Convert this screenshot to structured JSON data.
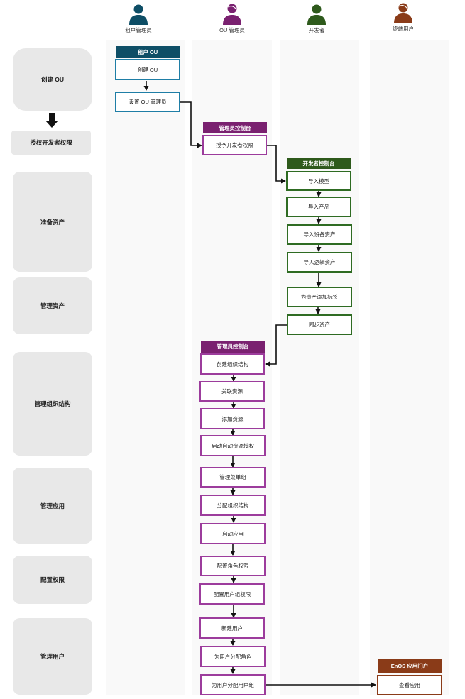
{
  "colors": {
    "tenant": "#0e4e66",
    "ou_admin": "#7a2170",
    "developer": "#2e5a1c",
    "end_user": "#8a3b18"
  },
  "roles": [
    {
      "label": "租户管理员",
      "icon": "user-icon"
    },
    {
      "label": "OU 管理员",
      "icon": "user-icon"
    },
    {
      "label": "开发者",
      "icon": "user-icon"
    },
    {
      "label": "终端用户",
      "icon": "user-icon"
    }
  ],
  "stages": [
    "创建 OU",
    "授权开发者权限",
    "准备资产",
    "管理资产",
    "管理组织结构",
    "管理应用",
    "配置权限",
    "管理用户"
  ],
  "headers": {
    "tenant_ou": "租户 OU",
    "admin_console_1": "管理员控制台",
    "dev_console": "开发者控制台",
    "admin_console_2": "管理员控制台",
    "enos_portal": "EnOS 应用门户"
  },
  "nodes": {
    "create_ou": "创建 OU",
    "set_ou_admin": "设置 OU 管理员",
    "grant_dev": "授予开发者权限",
    "import_model": "导入模型",
    "import_product": "导入产品",
    "import_device": "导入设备资产",
    "import_logic": "导入逻辑资产",
    "add_tag": "为资产添加标签",
    "sync_asset": "同步资产",
    "create_org": "创建组织结构",
    "link_resource": "关联资源",
    "add_resource": "添加资源",
    "auto_auth": "启动自动资源授权",
    "menu_group": "管理菜单组",
    "assign_org": "分配组织结构",
    "start_app": "启动应用",
    "role_perm": "配置角色权限",
    "group_perm": "配置用户组权限",
    "new_user": "新建用户",
    "assign_role": "为用户分配角色",
    "assign_group": "为用户分配用户组",
    "view_app": "查看应用"
  }
}
